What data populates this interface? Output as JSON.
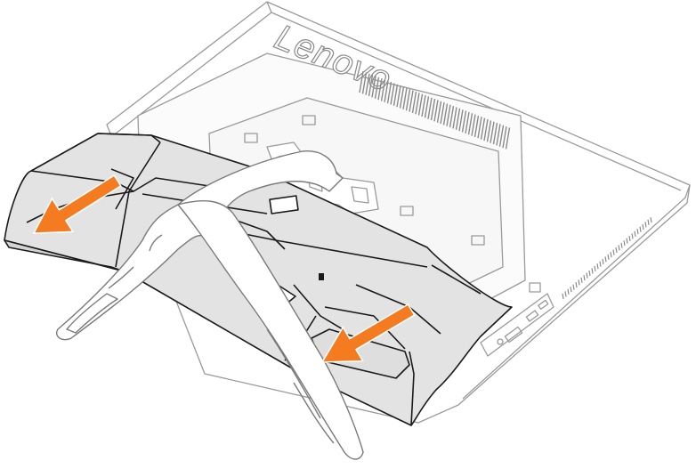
{
  "brand": {
    "logo_text": "Lenovo"
  },
  "arrows": [
    {
      "name": "left-cover-removal-arrow",
      "direction": "down-left"
    },
    {
      "name": "right-cover-removal-arrow",
      "direction": "down-left"
    }
  ],
  "colors": {
    "arrow": "#f47b20",
    "cover_fill": "#e3e3e3",
    "cover_stroke": "#1a1a1a",
    "chassis_stroke": "#9a9a9a",
    "stand_fill": "#ffffff",
    "background": "#ffffff"
  }
}
